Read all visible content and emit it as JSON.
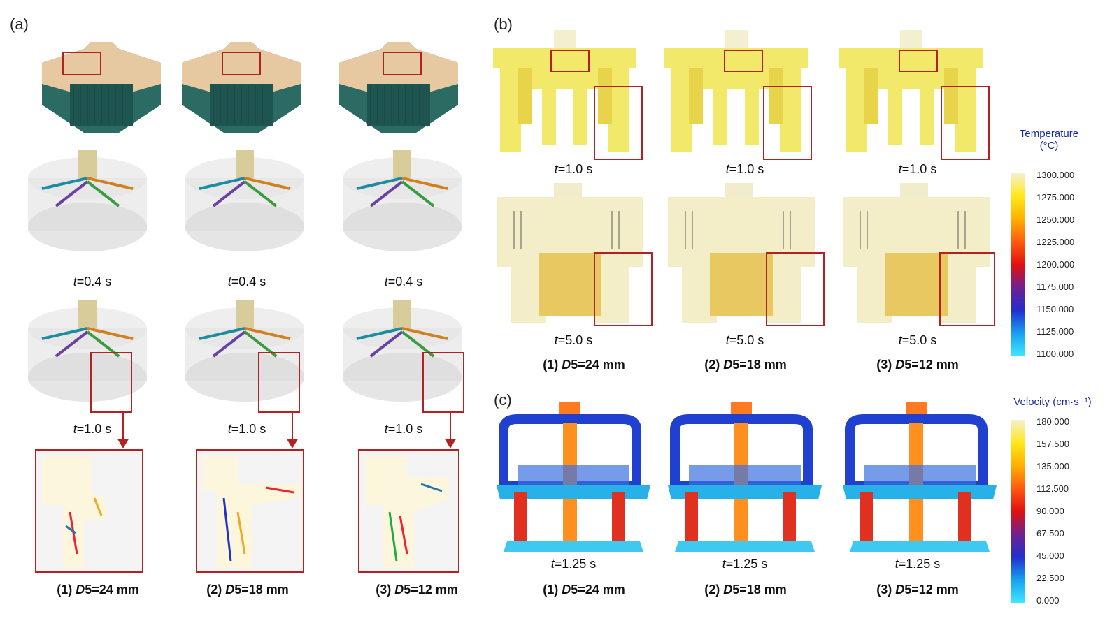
{
  "panels": {
    "a": {
      "label": "(a)"
    },
    "b": {
      "label": "(b)"
    },
    "c": {
      "label": "(c)"
    }
  },
  "cases": [
    {
      "prefix": "(1) ",
      "var": "D",
      "rest": "5=24 mm"
    },
    {
      "prefix": "(2) ",
      "var": "D",
      "rest": "5=18 mm"
    },
    {
      "prefix": "(3) ",
      "var": "D",
      "rest": "5=12 mm"
    }
  ],
  "times": {
    "a_row2": "=0.4 s",
    "a_row3": "=1.0 s",
    "b_row1": "=1.0 s",
    "b_row2": "=5.0 s",
    "c_row1": "=1.25 s",
    "t_symbol": "t"
  },
  "temperature_scale": {
    "title_line1": "Temperature",
    "title_line2": "(°C)",
    "ticks": [
      "1300.000",
      "1275.000",
      "1250.000",
      "1225.000",
      "1200.000",
      "1175.000",
      "1150.000",
      "1125.000",
      "1100.000"
    ],
    "colors": [
      "#f5f0d0",
      "#ffe81a",
      "#ffb000",
      "#ff5a10",
      "#e01010",
      "#702090",
      "#2030d0",
      "#18a0f0",
      "#40e8ff"
    ]
  },
  "velocity_scale": {
    "title": "Velocity (cm·s⁻¹)",
    "ticks": [
      "180.000",
      "157.500",
      "135.000",
      "112.500",
      "90.000",
      "67.500",
      "45.000",
      "22.500",
      "0.000"
    ],
    "colors": [
      "#f5f0d0",
      "#ffe81a",
      "#ffb000",
      "#ff5a10",
      "#e01010",
      "#702090",
      "#2030d0",
      "#18a0f0",
      "#40e8ff"
    ]
  }
}
